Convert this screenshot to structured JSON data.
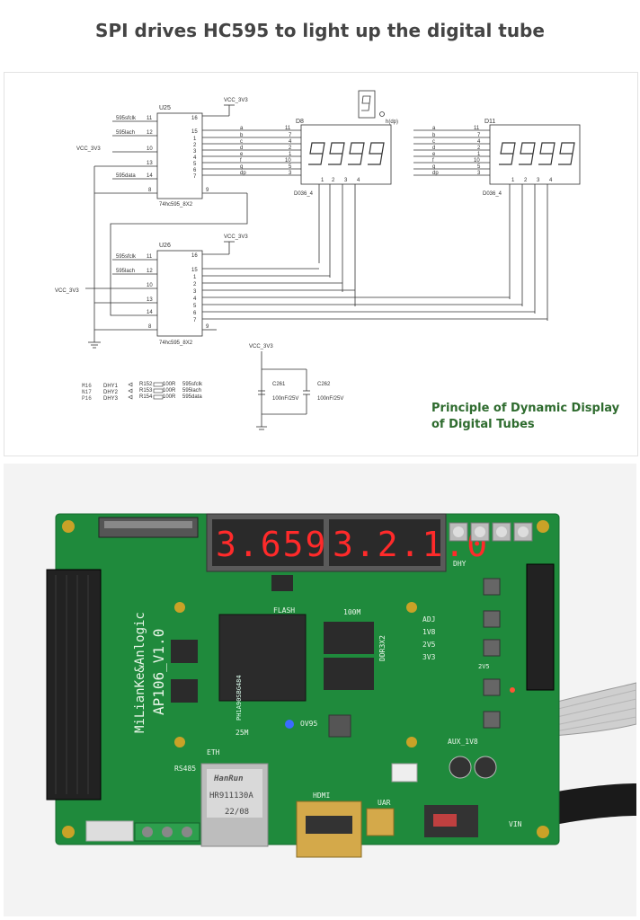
{
  "title": "SPI drives HC595 to light up the digital tube",
  "principle": {
    "line1": "Principle of Dynamic Display",
    "line2": "of Digital Tubes"
  },
  "colors": {
    "title": "#444444",
    "principle": "#2e6b2e",
    "pcb": "#1f8a3c",
    "segment": "#ff2a2a"
  },
  "schematic": {
    "vcc": "VCC_3V3",
    "u25": {
      "ref": "U25",
      "part": "74hc595_8X2",
      "left_pins": [
        {
          "net": "595sfclk",
          "num": "11"
        },
        {
          "net": "595lach",
          "num": "12"
        },
        {
          "net": "VCC_3V3",
          "num": "10"
        },
        {
          "net": "",
          "num": "13"
        },
        {
          "net": "595data",
          "num": "14"
        },
        {
          "net": "",
          "num": "8"
        }
      ],
      "right_pins": [
        "16",
        "15",
        "1",
        "2",
        "3",
        "4",
        "5",
        "6",
        "7",
        "9"
      ]
    },
    "u26": {
      "ref": "U26",
      "part": "74hc595_8X2",
      "left_pins": [
        {
          "net": "595sfclk",
          "num": "11"
        },
        {
          "net": "595lach",
          "num": "12"
        },
        {
          "net": "VCC_3V3",
          "num": "10"
        },
        {
          "net": "",
          "num": "13"
        },
        {
          "net": "",
          "num": "14"
        },
        {
          "net": "",
          "num": "8"
        }
      ],
      "right_pins": [
        "16",
        "15",
        "1",
        "2",
        "3",
        "4",
        "5",
        "6",
        "7",
        "9"
      ]
    },
    "seg_nets": [
      "a",
      "b",
      "c",
      "d",
      "e",
      "f",
      "g",
      "dp"
    ],
    "d8": {
      "ref": "D8",
      "part": "D036_4",
      "pins": [
        "11",
        "7",
        "4",
        "2",
        "1",
        "10",
        "5",
        "3"
      ],
      "common": [
        "1",
        "2",
        "3",
        "4"
      ]
    },
    "d11": {
      "ref": "D11",
      "part": "D036_4",
      "pins": [
        "11",
        "7",
        "4",
        "2",
        "1",
        "10",
        "5",
        "3"
      ],
      "common": [
        "1",
        "2",
        "3",
        "4"
      ]
    },
    "caps": [
      {
        "ref": "C261",
        "value": "100nF/25V"
      },
      {
        "ref": "C262",
        "value": "100nF/25V"
      }
    ],
    "fpga_pins": [
      {
        "ball": "M16",
        "net": "DHY1",
        "res": "R152",
        "val": "100R",
        "sig": "595sfclk"
      },
      {
        "ball": "N17",
        "net": "DHY2",
        "res": "R153",
        "val": "100R",
        "sig": "595lach"
      },
      {
        "ball": "P16",
        "net": "DHY3",
        "res": "R154",
        "val": "100R",
        "sig": "595data"
      }
    ],
    "pin_label": "h(dp)"
  },
  "board": {
    "display_left": "3.659",
    "display_right": "3.2.1.0",
    "board_name": "AP106_V1.0",
    "brand": "MiLianKe&Anlogic",
    "labels": [
      "FLASH",
      "100M",
      "DDR3X2",
      "ADJ",
      "1V8",
      "2V5",
      "3V3",
      "2V5",
      "AUX_1V8",
      "25M",
      "ETH",
      "RS485",
      "HDMI",
      "UAR",
      "VIN",
      "DHY",
      "OV95"
    ],
    "jack_brand": "HanRun",
    "jack_model": "HR911130A",
    "jack_date": "22/08",
    "fpga_mark": "PH1A90SBG484"
  }
}
